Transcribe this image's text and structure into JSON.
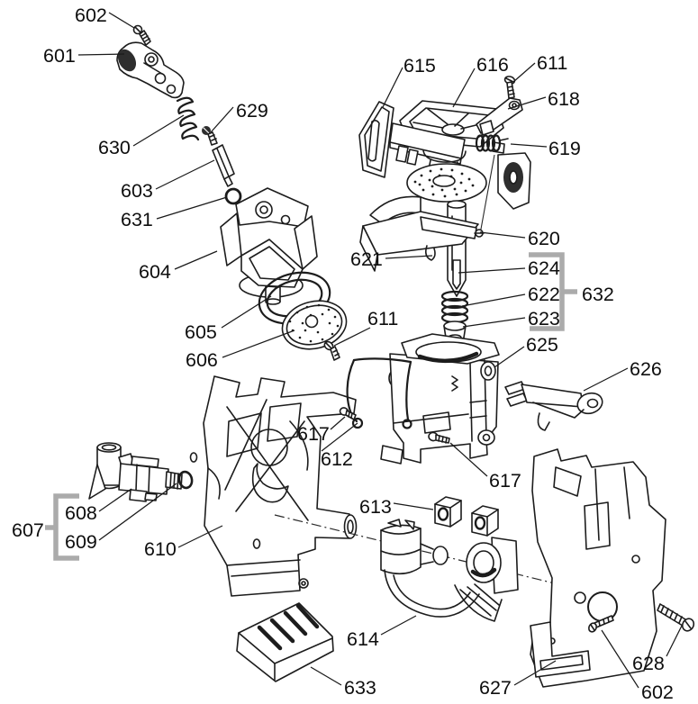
{
  "diagram": {
    "type": "exploded-parts-diagram",
    "subject": "brew-unit-assembly",
    "colors": {
      "background": "#ffffff",
      "line": "#1c1c1c",
      "label_text": "#0e0e0e",
      "group_bracket": "#ababab"
    },
    "labels": {
      "n601": "601",
      "n602_top": "602",
      "n602_bottom": "602",
      "n603": "603",
      "n604": "604",
      "n605": "605",
      "n606": "606",
      "n607": "607",
      "n608": "608",
      "n609": "609",
      "n610": "610",
      "n611_top": "611",
      "n611_mid": "611",
      "n612": "612",
      "n613": "613",
      "n614": "614",
      "n615": "615",
      "n616": "616",
      "n617_left": "617",
      "n617_right": "617",
      "n618": "618",
      "n619": "619",
      "n620": "620",
      "n621": "621",
      "n622": "622",
      "n623": "623",
      "n624": "624",
      "n625": "625",
      "n626": "626",
      "n627": "627",
      "n628": "628",
      "n629": "629",
      "n630": "630",
      "n631": "631",
      "n632": "632",
      "n633": "633"
    }
  }
}
